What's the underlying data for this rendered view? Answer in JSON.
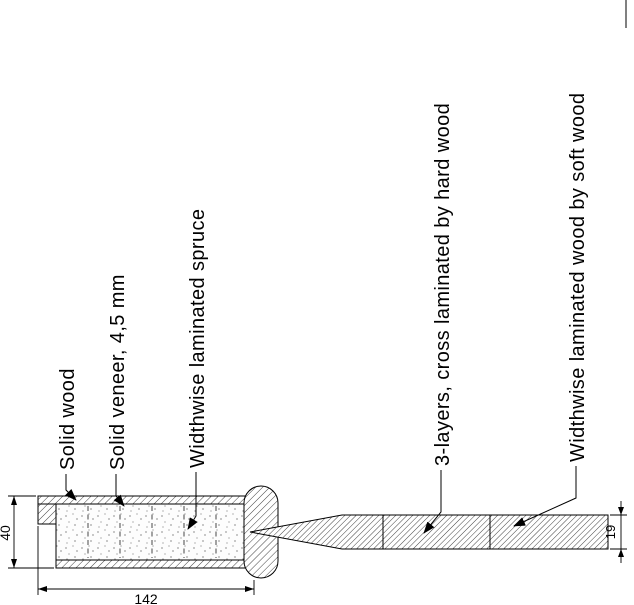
{
  "labels": [
    {
      "id": "solid-wood",
      "text": "Solid wood"
    },
    {
      "id": "solid-veneer",
      "text": "Solid veneer, 4,5 mm"
    },
    {
      "id": "laminated-spruce",
      "text": "Widthwise laminated spruce"
    },
    {
      "id": "cross-laminated-hardwood",
      "text": "3-layers, cross laminated by hard wood"
    },
    {
      "id": "laminated-softwood",
      "text": "Widthwise laminated wood by soft wood"
    }
  ],
  "dimensions": {
    "frame_height": "40",
    "frame_width": "142",
    "board_thickness": "19"
  },
  "colors": {
    "line": "#000000",
    "background": "#ffffff"
  }
}
